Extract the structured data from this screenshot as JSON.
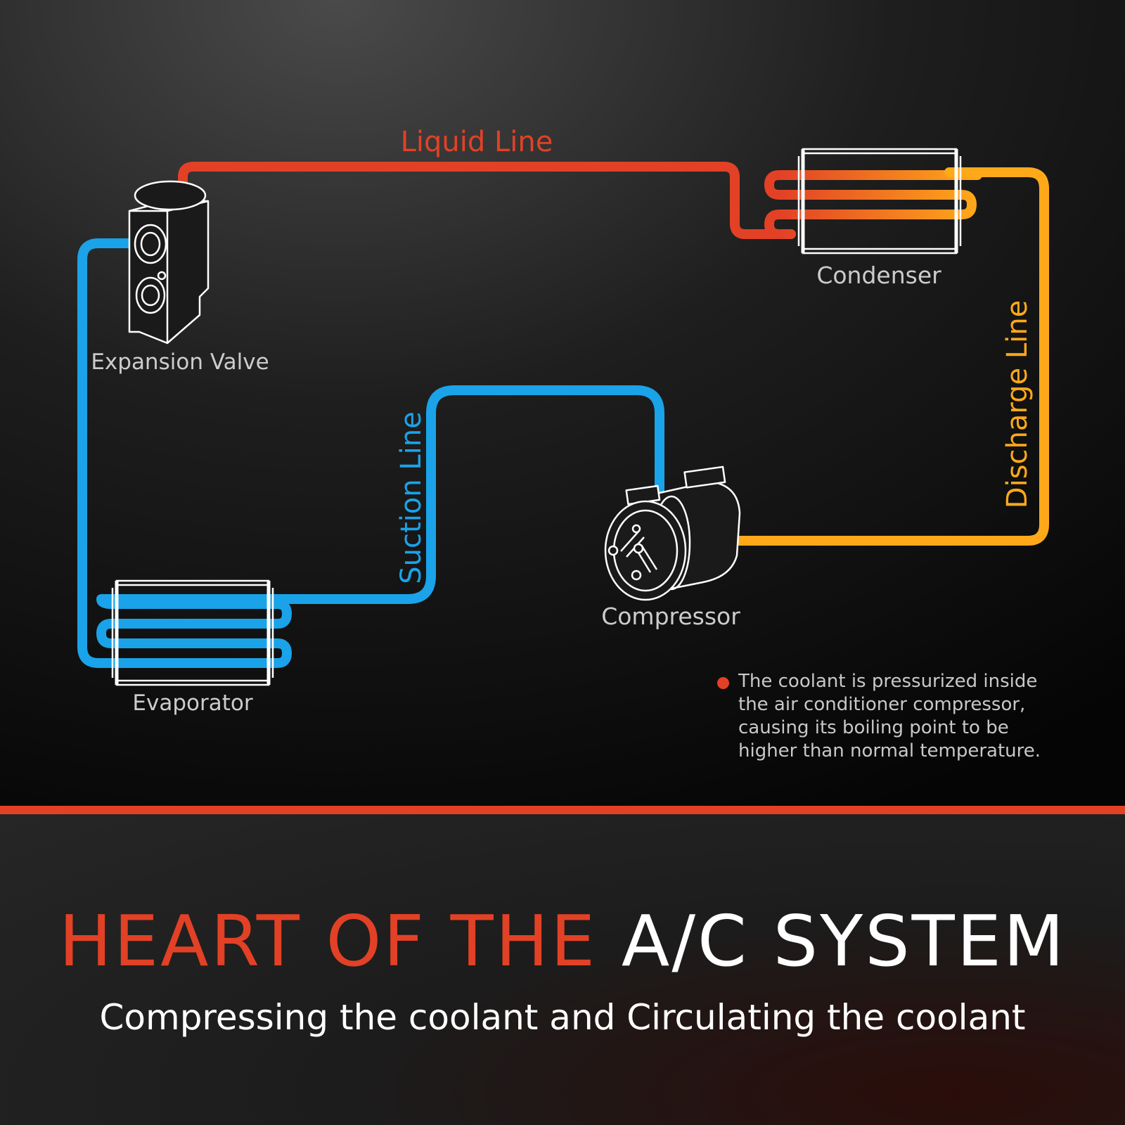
{
  "lines": {
    "liquid": "Liquid Line",
    "discharge": "Discharge Line",
    "suction": "Suction Line"
  },
  "components": {
    "expansion_valve": "Expansion Valve",
    "condenser": "Condenser",
    "compressor": "Compressor",
    "evaporator": "Evaporator"
  },
  "note": "The coolant is pressurized inside the air conditioner compressor, causing its boiling point to be higher than normal temperature.",
  "headline": {
    "part1": "HEART OF THE ",
    "part2": "A/C SYSTEM"
  },
  "subtitle": "Compressing the coolant and Circulating the coolant",
  "colors": {
    "red": "#e24126",
    "orange": "#ffa91a",
    "blue": "#1aa3e8",
    "white": "#ffffff"
  }
}
